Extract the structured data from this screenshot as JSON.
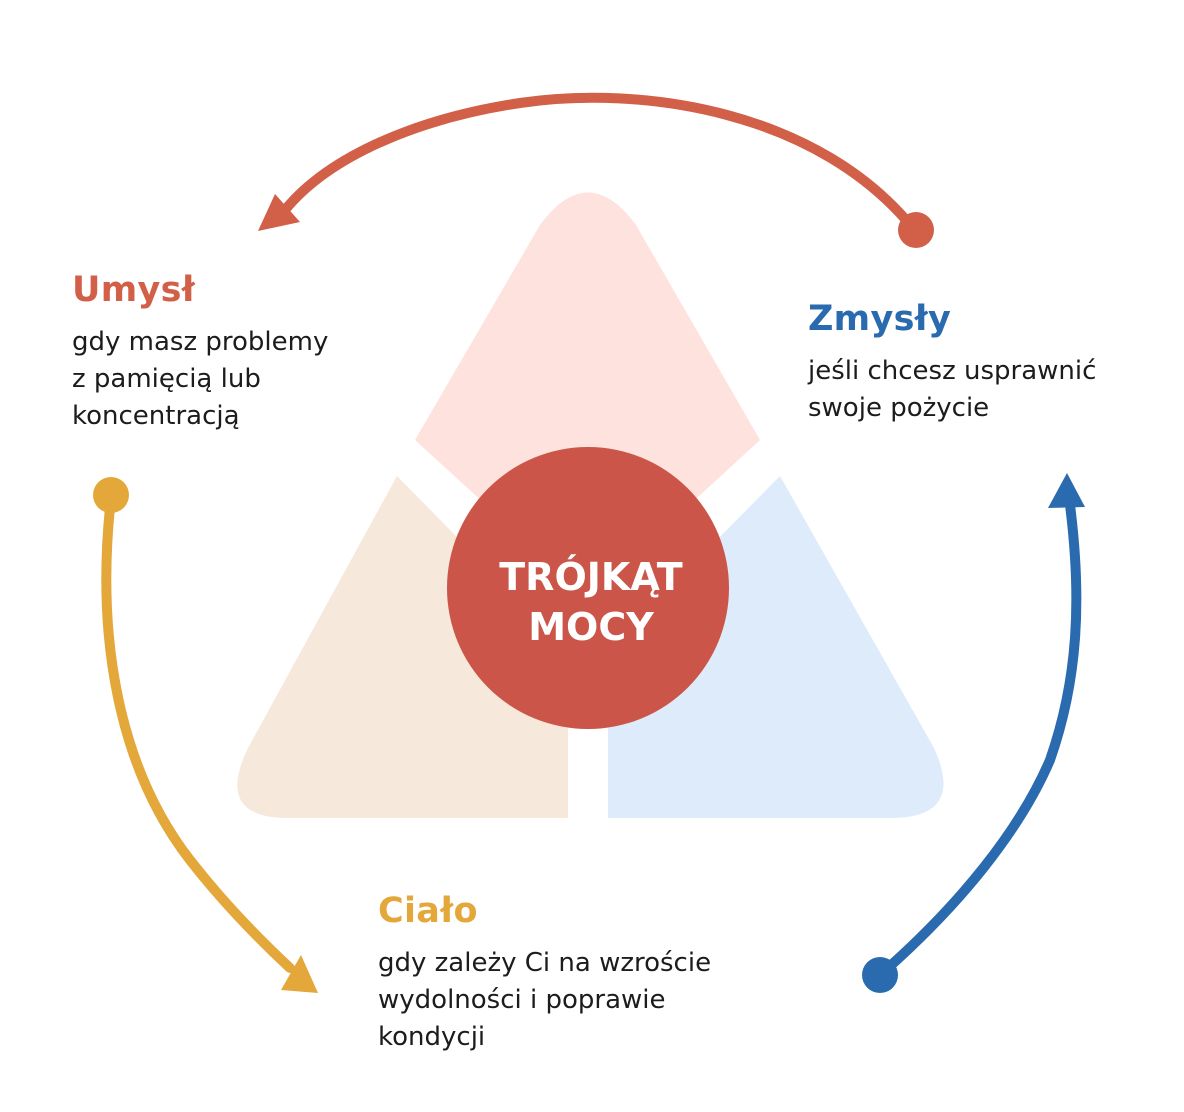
{
  "colors": {
    "umysl": "#d25f47",
    "zmysly": "#2a6aae",
    "cialo": "#e3a73a",
    "center_circle": "#cb5548",
    "center_text": "#ffffff",
    "triangle_top": "#fde2de",
    "triangle_left": "#f6e8da",
    "triangle_right": "#deebfb"
  },
  "center": {
    "line1": "TRÓJKĄT",
    "line2": "MOCY"
  },
  "sections": {
    "umysl": {
      "title": "Umysł",
      "description": "gdy masz problemy\nz pamięcią lub\nkoncentracją"
    },
    "zmysly": {
      "title": "Zmysły",
      "description": "jeśli chcesz usprawnić\nswoje pożycie"
    },
    "cialo": {
      "title": "Ciało",
      "description": "gdy zależy Ci na wzroście\nwydolności i poprawie\nkondycji"
    }
  },
  "icons": {
    "top_arrow": "arrow-curved-left-icon",
    "left_arrow": "arrow-curved-down-icon",
    "right_arrow": "arrow-curved-up-icon"
  }
}
